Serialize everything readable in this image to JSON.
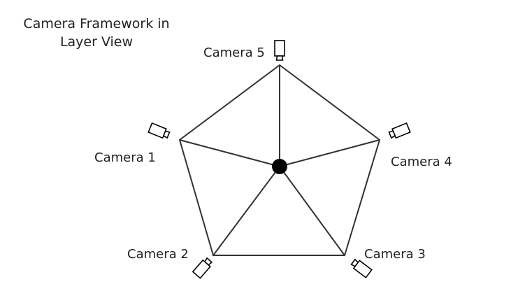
{
  "title": {
    "line1": "Camera Framework in",
    "line2": "Layer View"
  },
  "cameras": [
    {
      "label": "Camera 1"
    },
    {
      "label": "Camera 2"
    },
    {
      "label": "Camera 3"
    },
    {
      "label": "Camera 4"
    },
    {
      "label": "Camera 5"
    }
  ],
  "colors": {
    "line": "#333333",
    "hub": "#000000"
  }
}
